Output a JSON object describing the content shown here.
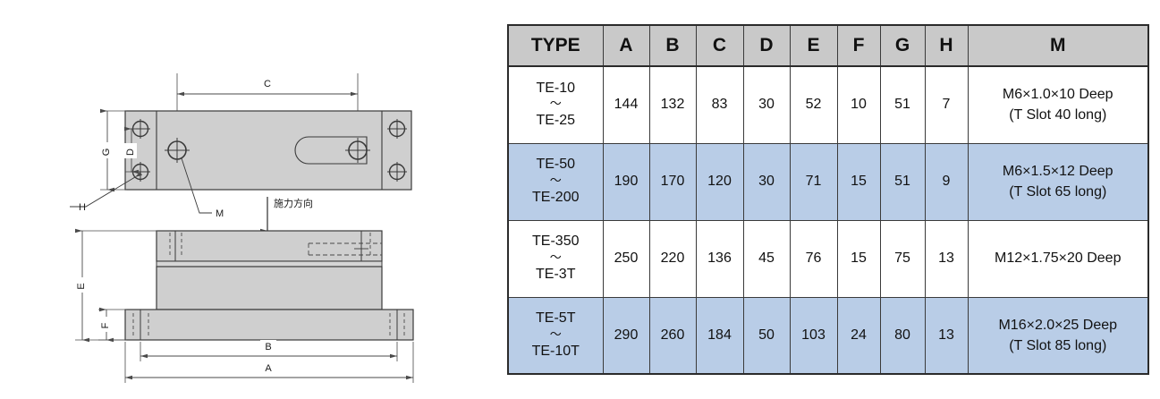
{
  "drawing": {
    "top_view": {
      "dimension_labels": [
        "C",
        "G",
        "D"
      ],
      "leader_labels": [
        "H",
        "M"
      ],
      "hole_count_corner": 4,
      "center_hole_label": "M",
      "slot_present": true
    },
    "side_view": {
      "dimension_labels": [
        "E",
        "F",
        "B",
        "A"
      ],
      "force_annotation": "施力方向"
    },
    "colors": {
      "body_fill": "#cfcfcf",
      "body_fill_light": "#d6d6d6",
      "outline": "#3a3a3a",
      "dimension_line": "#4a4a4a"
    }
  },
  "table": {
    "headers": [
      "TYPE",
      "A",
      "B",
      "C",
      "D",
      "E",
      "F",
      "G",
      "H",
      "M"
    ],
    "header_bg": "#c9c9c9",
    "alt_row_bg": "#b9cde7",
    "border_color": "#2b2b2b",
    "tilde": "〜",
    "rows": [
      {
        "type_from": "TE-10",
        "type_to": "TE-25",
        "A": "144",
        "B": "132",
        "C": "83",
        "D": "30",
        "E": "52",
        "F": "10",
        "G": "51",
        "H": "7",
        "M_line1": "M6×1.0×10 Deep",
        "M_line2": "(T Slot 40 long)",
        "highlighted": false
      },
      {
        "type_from": "TE-50",
        "type_to": "TE-200",
        "A": "190",
        "B": "170",
        "C": "120",
        "D": "30",
        "E": "71",
        "F": "15",
        "G": "51",
        "H": "9",
        "M_line1": "M6×1.5×12 Deep",
        "M_line2": "(T Slot 65 long)",
        "highlighted": true
      },
      {
        "type_from": "TE-350",
        "type_to": "TE-3T",
        "A": "250",
        "B": "220",
        "C": "136",
        "D": "45",
        "E": "76",
        "F": "15",
        "G": "75",
        "H": "13",
        "M_line1": "M12×1.75×20 Deep",
        "M_line2": "",
        "highlighted": false
      },
      {
        "type_from": "TE-5T",
        "type_to": "TE-10T",
        "A": "290",
        "B": "260",
        "C": "184",
        "D": "50",
        "E": "103",
        "F": "24",
        "G": "80",
        "H": "13",
        "M_line1": "M16×2.0×25 Deep",
        "M_line2": "(T Slot 85 long)",
        "highlighted": true
      }
    ]
  }
}
